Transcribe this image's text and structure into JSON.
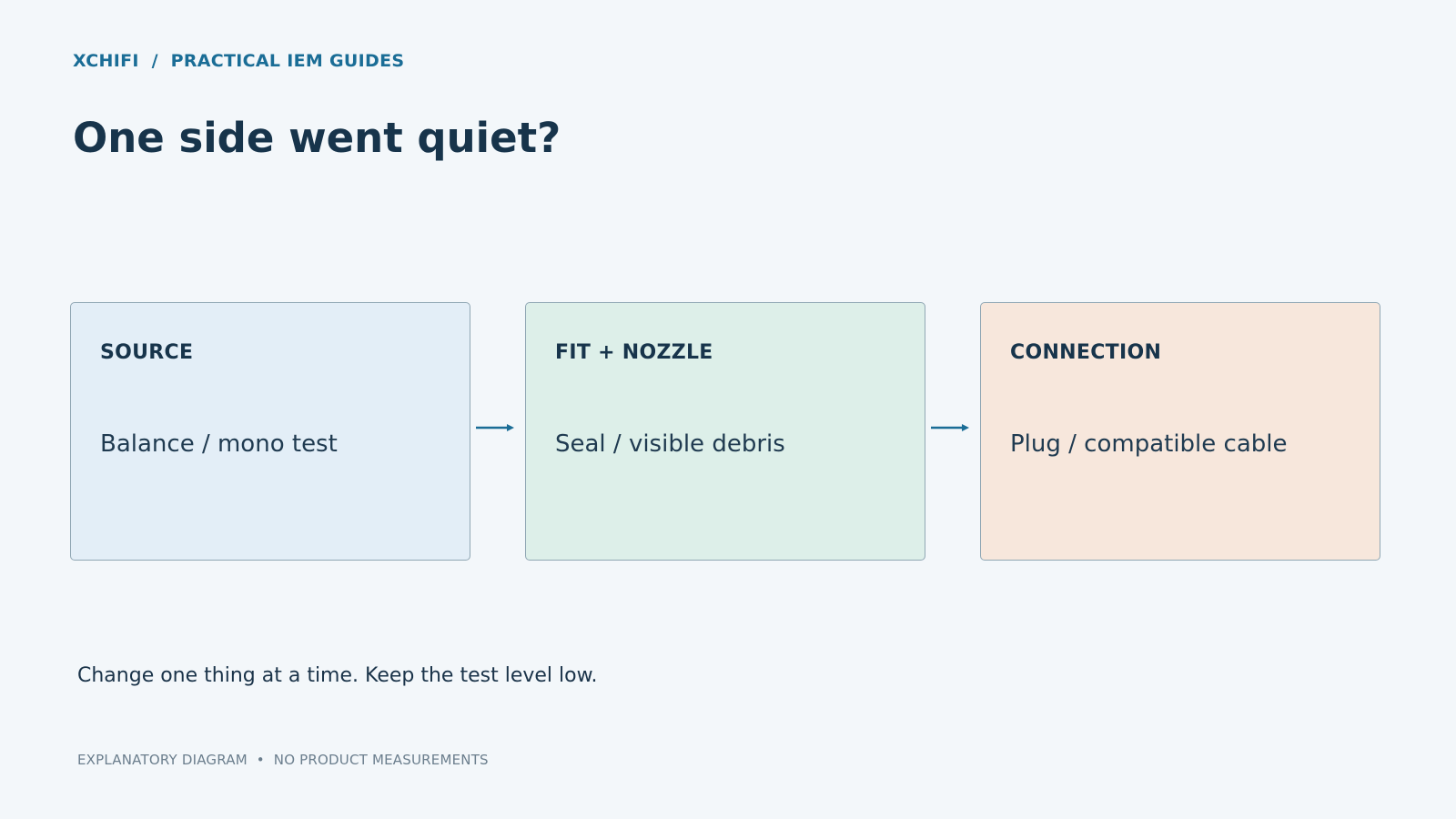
{
  "header": {
    "breadcrumb": "XCHIFI  /  PRACTICAL IEM GUIDES",
    "title": "One side went quiet?"
  },
  "steps": [
    {
      "title": "SOURCE",
      "body": "Balance / mono test",
      "color": "#e3eef7"
    },
    {
      "title": "FIT + NOZZLE",
      "body": "Seal / visible debris",
      "color": "#ddefe9"
    },
    {
      "title": "CONNECTION",
      "body": "Plug / compatible cable",
      "color": "#f7e7dc"
    }
  ],
  "colors": {
    "accent": "#1a6d96",
    "border": "#90a7b4",
    "background": "#f3f7fa"
  },
  "note": "Change one thing at a time. Keep the test level low.",
  "footer": "EXPLANATORY DIAGRAM  •  NO PRODUCT MEASUREMENTS"
}
